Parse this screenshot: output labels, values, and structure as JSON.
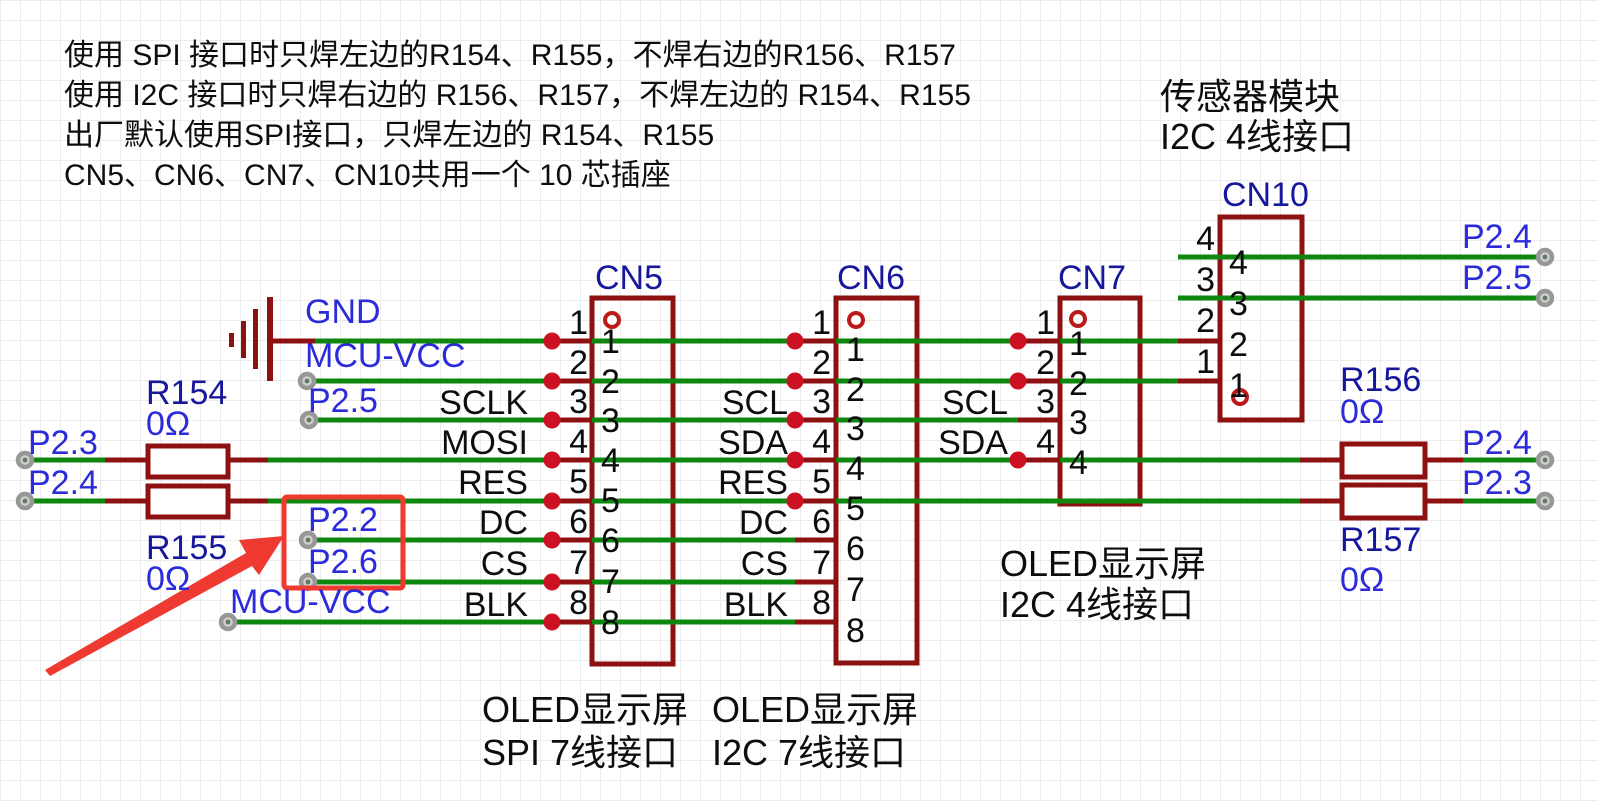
{
  "notes": {
    "line1": "使用 SPI 接口时只焊左边的R154、R155，不焊右边的R156、R157",
    "line2": "使用 I2C 接口时只焊右边的 R156、R157，不焊左边的 R154、R155",
    "line3": "出厂默认使用SPI接口，只焊左边的 R154、R155",
    "line4": "CN5、CN6、CN7、CN10共用一个 10 芯插座"
  },
  "captions": {
    "sensor": {
      "line1": "传感器模块",
      "line2": "I2C  4线接口"
    },
    "oled_spi": {
      "line1": "OLED显示屏",
      "line2": "SPI  7线接口"
    },
    "oled_i2c7": {
      "line1": "OLED显示屏",
      "line2": "I2C  7线接口"
    },
    "oled_i2c4": {
      "line1": "OLED显示屏",
      "line2": "I2C  4线接口"
    }
  },
  "connectors": {
    "cn5": {
      "designator": "CN5",
      "pins": [
        "1",
        "2",
        "3",
        "4",
        "5",
        "6",
        "7",
        "8"
      ],
      "signals": [
        "SCLK",
        "MOSI",
        "RES",
        "DC",
        "CS",
        "BLK"
      ]
    },
    "cn6": {
      "designator": "CN6",
      "pins": [
        "1",
        "2",
        "3",
        "4",
        "5",
        "6",
        "7",
        "8"
      ],
      "signals": [
        "SCL",
        "SDA",
        "RES",
        "DC",
        "CS",
        "BLK"
      ]
    },
    "cn7": {
      "designator": "CN7",
      "pins": [
        "1",
        "2",
        "3",
        "4"
      ],
      "signals": [
        "SCL",
        "SDA"
      ]
    },
    "cn10": {
      "designator": "CN10",
      "pins": [
        "4",
        "3",
        "2",
        "1"
      ]
    }
  },
  "resistors": {
    "r154": {
      "ref": "R154",
      "value": "0Ω"
    },
    "r155": {
      "ref": "R155",
      "value": "0Ω"
    },
    "r156": {
      "ref": "R156",
      "value": "0Ω"
    },
    "r157": {
      "ref": "R157",
      "value": "0Ω"
    }
  },
  "nets": {
    "gnd": "GND",
    "mcu_vcc": "MCU-VCC",
    "p2_5": "P2.5",
    "p2_2": "P2.2",
    "p2_6": "P2.6",
    "mcu_vcc_blk": "MCU-VCC",
    "p2_3_left": "P2.3",
    "p2_4_left": "P2.4",
    "p2_4_tr": "P2.4",
    "p2_5_tr": "P2.5",
    "p2_4_right": "P2.4",
    "p2_3_right": "P2.3"
  },
  "colors": {
    "wire_green": "#0e870e",
    "component_dark_red": "#8e1111",
    "junction_red": "#cc1122",
    "annotation_red": "#ee3a31",
    "net_label_blue": "#2b2bdb",
    "designator_navy": "#17179c",
    "pad_gray": "#979797"
  }
}
